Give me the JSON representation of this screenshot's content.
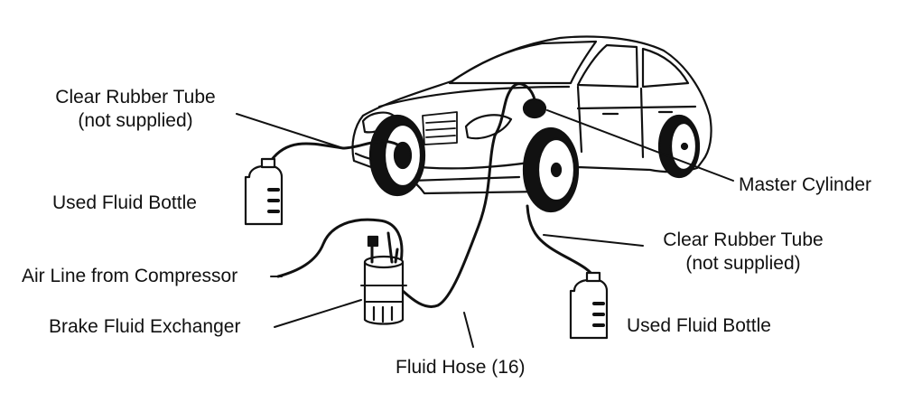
{
  "labels": {
    "front_tube_line1": "Clear Rubber Tube",
    "front_tube_line2": "(not supplied)",
    "front_bottle": "Used Fluid Bottle",
    "air_line": "Air Line from Compressor",
    "exchanger": "Brake Fluid Exchanger",
    "fluid_hose": "Fluid Hose (16)",
    "master_cylinder": "Master Cylinder",
    "rear_tube_line1": "Clear Rubber Tube",
    "rear_tube_line2": "(not supplied)",
    "rear_bottle": "Used Fluid Bottle"
  }
}
